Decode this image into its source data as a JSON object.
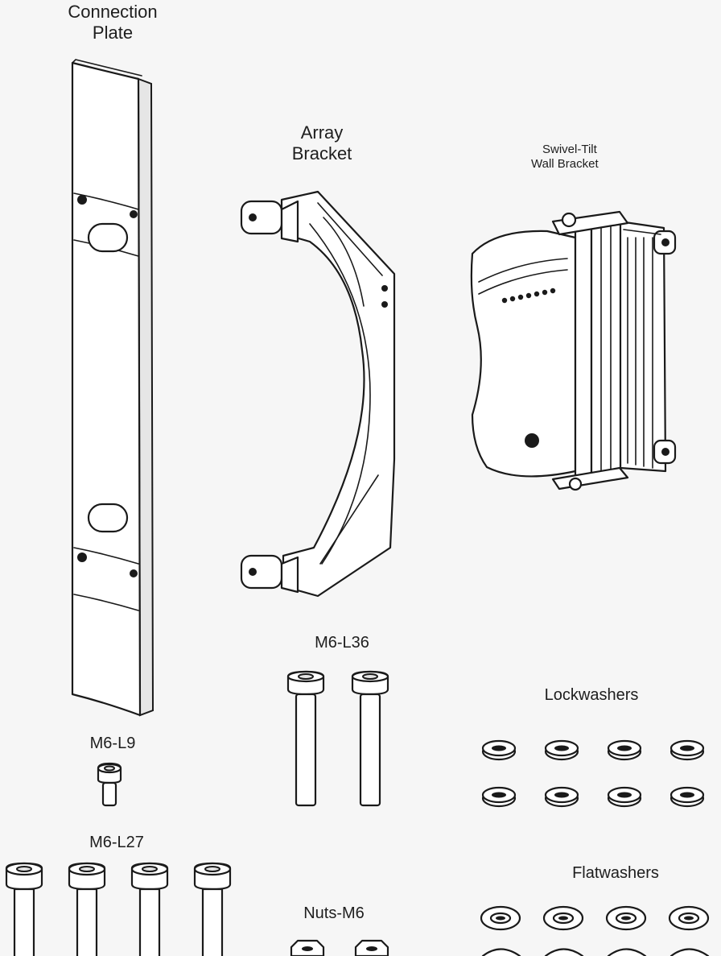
{
  "labels": {
    "connection_plate": [
      "Connection",
      "Plate"
    ],
    "array_bracket": [
      "Array",
      "Bracket"
    ],
    "swivel_bracket": [
      "Swivel-Tilt",
      "Wall Bracket"
    ],
    "m6_l36": "M6-L36",
    "lockwashers": "Lockwashers",
    "m6_l9": "M6-L9",
    "m6_l27": "M6-L27",
    "flatwashers": "Flatwashers",
    "nuts_m6": "Nuts-M6"
  },
  "quantities": {
    "m6_l36_bolts": 2,
    "m6_l27_bolts": 4,
    "m6_l9_bolts": 1,
    "lockwashers": 8,
    "flatwashers": 4,
    "nuts": 2
  },
  "colors": {
    "background": "#f6f6f6",
    "line": "#1a1a1a",
    "fill": "#ffffff"
  }
}
